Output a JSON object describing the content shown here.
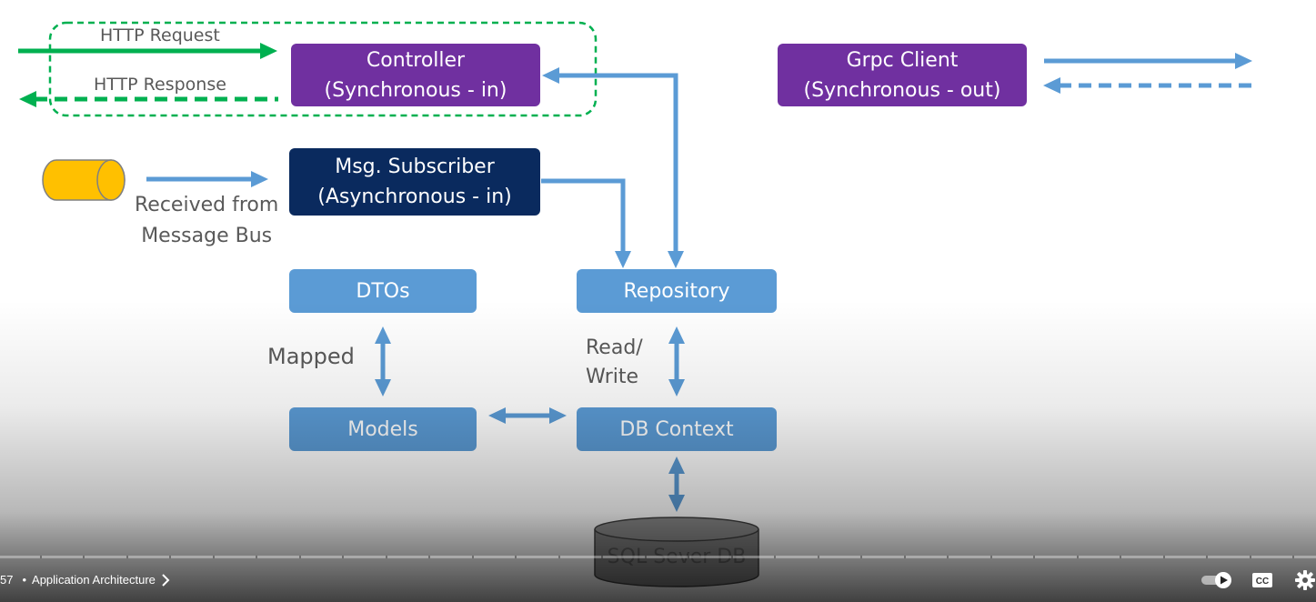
{
  "diagram": {
    "http_request_label": "HTTP Request",
    "http_response_label": "HTTP Response",
    "controller": {
      "line1": "Controller",
      "line2": "(Synchronous - in)"
    },
    "grpc_client": {
      "line1": "Grpc Client",
      "line2": "(Synchronous - out)"
    },
    "msg_subscriber": {
      "line1": "Msg. Subscriber",
      "line2": "(Asynchronous - in)"
    },
    "message_bus_label": {
      "line1": "Received from",
      "line2": "Message Bus"
    },
    "dtos": "DTOs",
    "repository": "Repository",
    "models": "Models",
    "db_context": "DB Context",
    "mapped_label": "Mapped",
    "read_write_label": {
      "line1": "Read/",
      "line2": "Write"
    },
    "database": "SQL Sever DB",
    "colors": {
      "purple": "#7030a0",
      "navy": "#0a2a5e",
      "blue": "#5b9bd5",
      "green": "#00b050",
      "bus_yellow": "#ffc000"
    }
  },
  "player": {
    "time_fragment": "57",
    "separator": "•",
    "chapter_title": "Application Architecture",
    "chapter_chevron_icon": "chevron-right-icon",
    "autoplay_icon": "autoplay-toggle-icon",
    "cc_label": "CC",
    "settings_icon": "gear-icon"
  }
}
